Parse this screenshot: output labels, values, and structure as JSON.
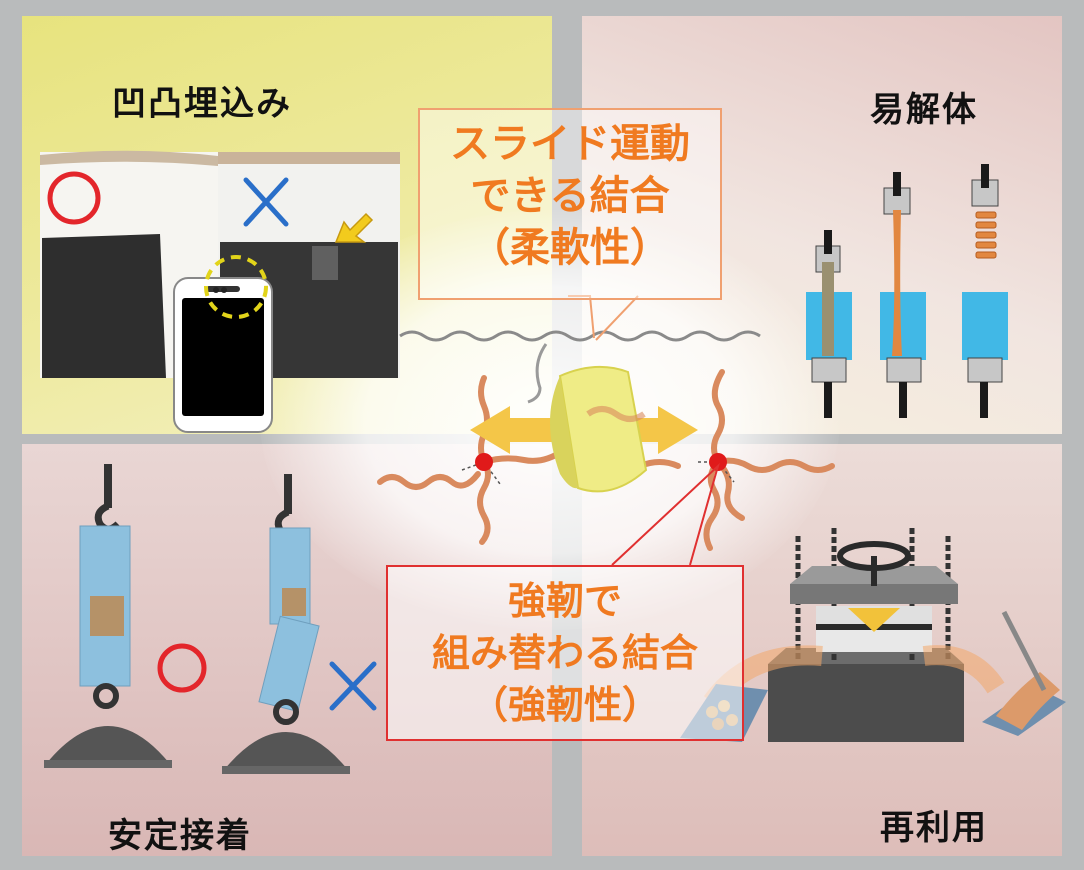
{
  "quadrants": {
    "top_left": "凹凸埋込み",
    "top_right": "易解体",
    "bottom_left": "安定接着",
    "bottom_right": "再利用"
  },
  "callout_top": {
    "line1": "スライド運動",
    "line2": "できる結合",
    "line3": "（柔軟性）"
  },
  "callout_bottom": {
    "line1": "強靭で",
    "line2": "組み替わる結合",
    "line3": "（強靭性）"
  },
  "marks": {
    "good": "circle",
    "bad": "cross"
  },
  "colors": {
    "callout_text": "#f07a20",
    "good_mark": "#e3262b",
    "bad_mark": "#2a6fc9",
    "polymer": "#d98a5e",
    "crosslink": "#e01a1a",
    "ring": "#e6e36a",
    "arrow": "#f4c648",
    "tape": "#8dc0de",
    "cell": "#41b8e6"
  }
}
